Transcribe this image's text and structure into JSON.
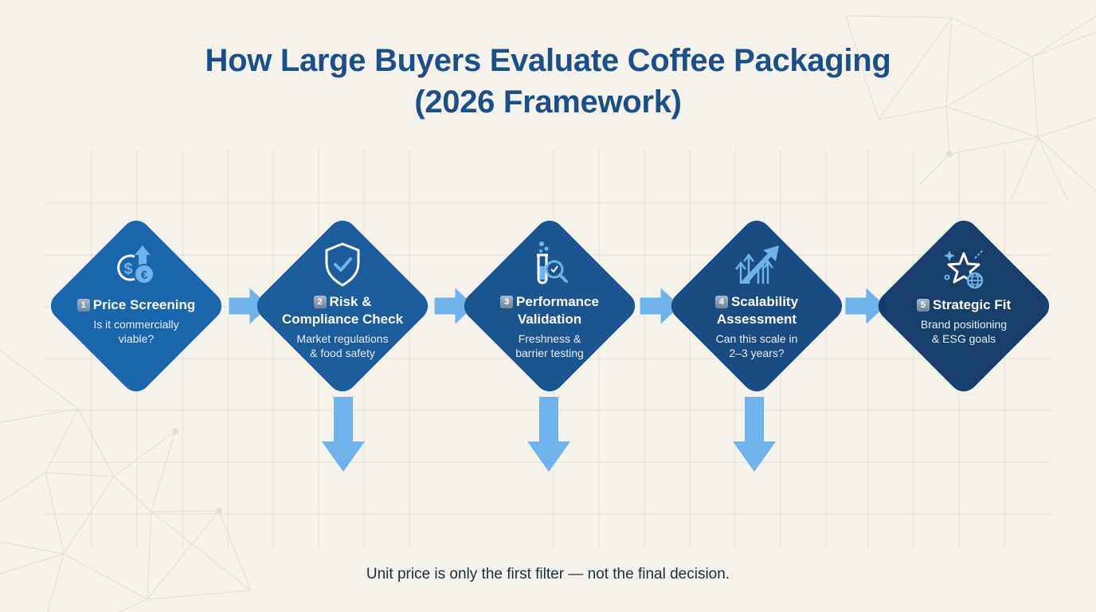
{
  "title": {
    "line1": "How Large Buyers Evaluate Coffee Packaging",
    "line2": "(2026 Framework)"
  },
  "colors": {
    "background": "#f5f2ec",
    "title": "#1c4f87",
    "arrow": "#6fb3ec",
    "step_fills": [
      "#1a66ad",
      "#1a5c9c",
      "#1a5590",
      "#184c83",
      "#163f6b"
    ]
  },
  "steps": [
    {
      "number": "1",
      "title_lines": [
        "Price Screening"
      ],
      "description": "Is it commercially\nviable?",
      "icon": "dollar-euro-up-icon"
    },
    {
      "number": "2",
      "title_lines": [
        "Risk &",
        "Compliance Check"
      ],
      "description": "Market regulations\n& food safety",
      "icon": "shield-check-icon"
    },
    {
      "number": "3",
      "title_lines": [
        "Performance",
        "Validation"
      ],
      "description": "Freshness &\nbarrier testing",
      "icon": "test-tube-magnifier-icon"
    },
    {
      "number": "4",
      "title_lines": [
        "Scalability",
        "Assessment"
      ],
      "description": "Can this scale in\n2–3 years?",
      "icon": "growth-arrows-icon"
    },
    {
      "number": "5",
      "title_lines": [
        "Strategic Fit"
      ],
      "description": "Brand positioning\n& ESG goals",
      "icon": "star-globe-icon"
    }
  ],
  "footer": {
    "text": "Unit price is only the first filter — not the final decision."
  }
}
